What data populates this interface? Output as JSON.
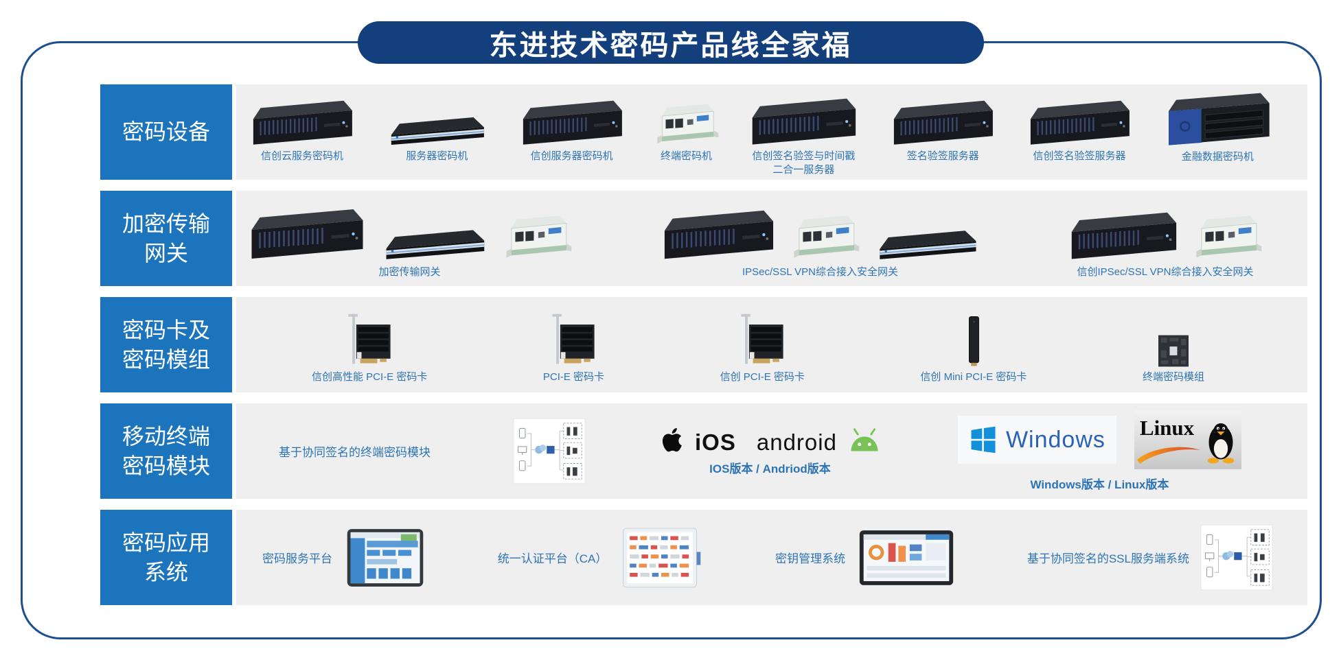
{
  "title": "东进技术密码产品线全家福",
  "colors": {
    "title_bg": "#133f7d",
    "frame_border": "#1d4e8f",
    "sidebar_bg": "#1b74bc",
    "band_bg": "#efefef",
    "label_text": "#2e74b5"
  },
  "rows": {
    "devices": {
      "category": "密码设备",
      "products": [
        {
          "label": "信创云服务密码机"
        },
        {
          "label": "服务器密码机"
        },
        {
          "label": "信创服务器密码机"
        },
        {
          "label": "终端密码机"
        },
        {
          "label": "信创签名验签与时间戳\n二合一服务器"
        },
        {
          "label": "签名验签服务器"
        },
        {
          "label": "信创签名验签服务器"
        },
        {
          "label": "金融数据密码机"
        }
      ]
    },
    "gateways": {
      "category": "加密传输\n网关",
      "groups": [
        {
          "label": "加密传输网关"
        },
        {
          "label": "IPSec/SSL VPN综合接入安全网关"
        },
        {
          "label": "信创IPSec/SSL VPN综合接入安全网关"
        }
      ]
    },
    "cards": {
      "category": "密码卡及\n密码模组",
      "products": [
        {
          "label": "信创高性能 PCI-E 密码卡"
        },
        {
          "label": "PCI-E 密码卡"
        },
        {
          "label": "信创 PCI-E 密码卡"
        },
        {
          "label": "信创 Mini PCI-E 密码卡"
        },
        {
          "label": "终端密码模组"
        }
      ]
    },
    "mobile": {
      "category": "移动终端\n密码模块",
      "caption": "基于协同签名的终端密码模块",
      "ios_wordmark": "iOS",
      "android_wordmark": "android",
      "mobile_versions": "IOS版本 / Andriod版本",
      "windows_wordmark": "Windows",
      "linux_wordmark": "Linux",
      "desktop_versions": "Windows版本 / Linux版本"
    },
    "apps": {
      "category": "密码应用\n系统",
      "items": [
        {
          "label": "密码服务平台"
        },
        {
          "label": "统一认证平台（CA）"
        },
        {
          "label": "密钥管理系统"
        },
        {
          "label": "基于协同签名的SSL服务端系统"
        }
      ]
    }
  }
}
